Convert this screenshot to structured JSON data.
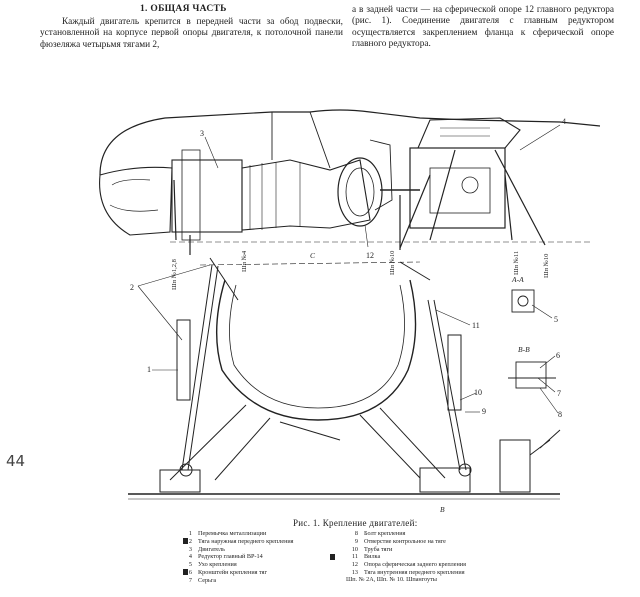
{
  "section_heading": "1. ОБЩАЯ ЧАСТЬ",
  "text_left": "Каждый двигатель крепится в передней части за обод подвески, установленной на корпусе первой опоры двигателя, к потолочной панели фюзеляжа четырьмя тягами 2,",
  "text_right": "а в задней части — на сферической опоре 12 главного редуктора (рис. 1). Соединение двигателя с главным редуктором осуществляется закреплением фланца к сферической опоре главного редуктора.",
  "figure": {
    "caption": "Рис. 1. Крепление двигателей:",
    "callouts": [
      "1",
      "2",
      "3",
      "4",
      "5",
      "6",
      "7",
      "8",
      "9",
      "10",
      "11",
      "12"
    ],
    "frame_labels": [
      "Шп №1,2,8",
      "Шп №4",
      "Шп №10",
      "Шп №11",
      "Шп №10"
    ],
    "section_labels": [
      "А-А",
      "В-В",
      "В",
      "С"
    ]
  },
  "legend_left": [
    {
      "num": "1",
      "text": "Перемычка металлизации"
    },
    {
      "num": "2",
      "text": "Тяга наружная переднего крепления"
    },
    {
      "num": "3",
      "text": "Двигатель"
    },
    {
      "num": "4",
      "text": "Редуктор главный ВР-14"
    },
    {
      "num": "5",
      "text": "Ухо крепления"
    },
    {
      "num": "6",
      "text": "Кронштейн крепления тяг"
    },
    {
      "num": "7",
      "text": "Серьга"
    }
  ],
  "legend_right": [
    {
      "num": "8",
      "text": "Болт крепления"
    },
    {
      "num": "9",
      "text": "Отверстие контрольное на тяге"
    },
    {
      "num": "10",
      "text": "Труба тяги"
    },
    {
      "num": "11",
      "text": "Вилка"
    },
    {
      "num": "12",
      "text": "Опора сферическая заднего крепления"
    },
    {
      "num": "13",
      "text": "Тяга внутренняя переднего крепления"
    }
  ],
  "legend_note": "Шп. № 2А, Шп. № 10. Шпангоуты",
  "margin_note": "44"
}
